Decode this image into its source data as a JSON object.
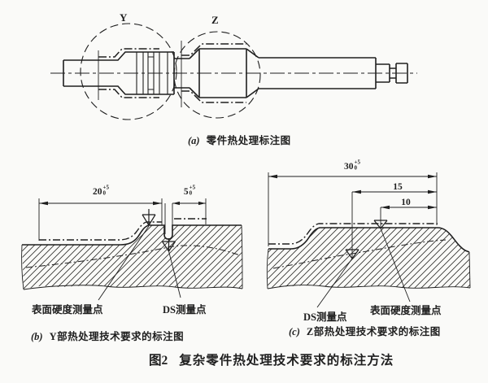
{
  "page": {
    "background": "#fafaf8",
    "ink": "#1f1f1f"
  },
  "figure_a": {
    "detail_label_y": "Y",
    "detail_label_z": "Z",
    "caption_index": "(a)",
    "caption_text": "零件热处理标注图"
  },
  "figure_b": {
    "dim_20": {
      "base": "20",
      "tol_upper": "+5",
      "tol_lower": "0"
    },
    "dim_5": {
      "base": "5",
      "tol_upper": "+5",
      "tol_lower": "0"
    },
    "label_surface_hardness": "表面硬度测量点",
    "label_ds": "DS测量点",
    "caption_index": "(b)",
    "caption_text": "Y部热处理技术要求的标注图"
  },
  "figure_c": {
    "dim_30": {
      "base": "30",
      "tol_upper": "+5",
      "tol_lower": "0"
    },
    "dim_15": "15",
    "dim_10": "10",
    "label_ds": "DS测量点",
    "label_surface_hardness": "表面硬度测量点",
    "caption_index": "(c)",
    "caption_text": "Z部热处理技术要求的标注图"
  },
  "main_caption": {
    "figure_number": "图2",
    "title": "复杂零件热处理技术要求的标注方法"
  }
}
